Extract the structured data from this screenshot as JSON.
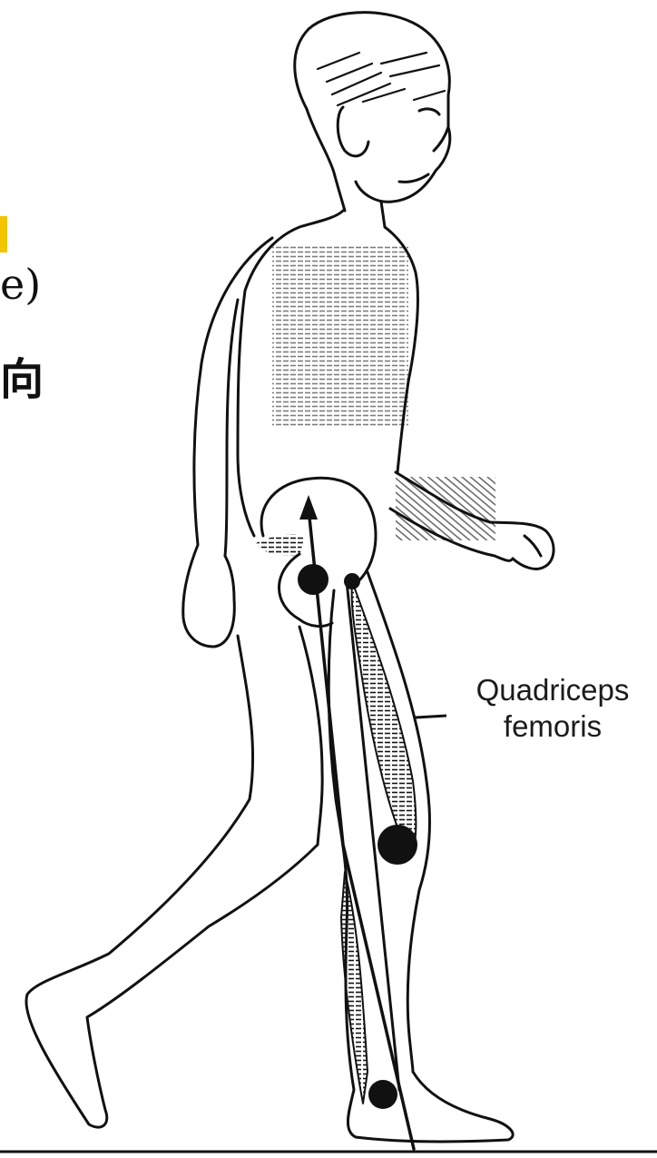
{
  "clipped_text": {
    "paren_fragment": "e)",
    "cjk_fragment": "向"
  },
  "diagram": {
    "label": {
      "line1": "Quadriceps",
      "line2": "femoris"
    }
  },
  "colors": {
    "line": "#111111",
    "highlight": "#f3c400",
    "background": "#ffffff"
  }
}
